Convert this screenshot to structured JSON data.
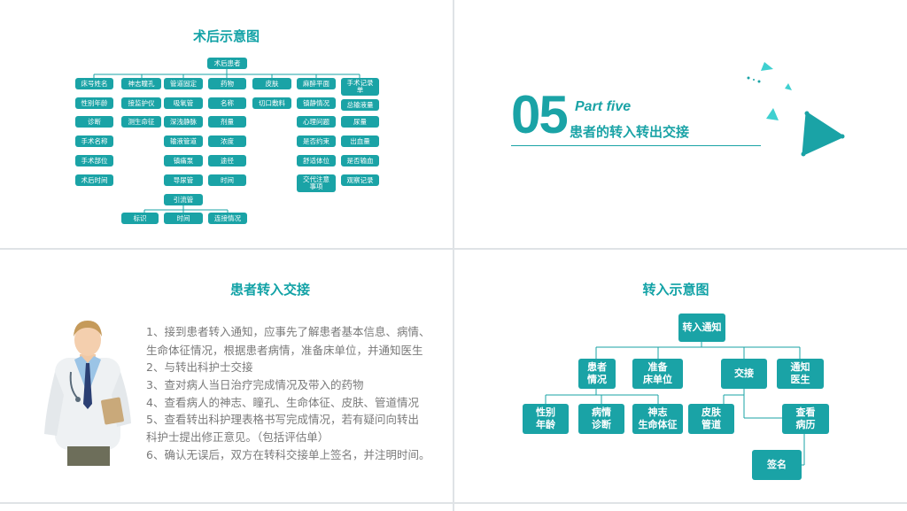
{
  "slide1": {
    "title": "术后示意图",
    "root": "术后患者",
    "columns": [
      [
        "床号姓名",
        "性别年龄",
        "诊断",
        "手术名称",
        "手术部位",
        "术后时间"
      ],
      [
        "神志瞳孔",
        "接监护仪",
        "测生命征"
      ],
      [
        "管道固定",
        "吸氧管",
        "深浅静脉",
        "输液管道",
        "镇痛泵",
        "导尿管",
        "引流管"
      ],
      [
        "药物",
        "名称",
        "剂量",
        "浓度",
        "途径",
        "时间"
      ],
      [
        "皮肤",
        "切口敷料"
      ],
      [
        "麻醉平面",
        "镇静情况",
        "心理问题",
        "是否约束",
        "舒适体位",
        "交代注意事项"
      ],
      [
        "手术记录单",
        "总输液量",
        "尿量",
        "出血量",
        "是否输血",
        "观察记录"
      ]
    ],
    "sub": [
      "标识",
      "时间",
      "连接情况"
    ]
  },
  "slide2": {
    "number": "05",
    "part": "Part five",
    "subtitle": "患者的转入转出交接"
  },
  "slide3": {
    "title": "患者转入交接",
    "lines": [
      "1、接到患者转入通知，应事先了解患者基本信息、病情、",
      "生命体征情况，根据患者病情，准备床单位，并通知医生",
      "2、与转出科护士交接",
      "3、查对病人当日治疗完成情况及带入的药物",
      "4、查看病人的神志、瞳孔、生命体征、皮肤、管道情况",
      "5、查看转出科护理表格书写完成情况，若有疑问向转出",
      "科护士提出修正意见。（包括评估单）",
      "6、确认无误后，双方在转科交接单上签名，并注明时间。"
    ]
  },
  "slide4": {
    "title": "转入示意图",
    "root": "转入通知",
    "patient": "患者\n情况",
    "bed": "准备\n床单位",
    "handover": "交接",
    "notify": "通知\n医生",
    "gender": "性别\n年龄",
    "condition": "病情\n诊断",
    "vitals": "神志\n生命体征",
    "skin": "皮肤\n管道",
    "records": "查看\n病历",
    "sign": "签名"
  },
  "colors": {
    "accent": "#1aa3a6",
    "title": "#12a2a6",
    "text": "#7a7a7a"
  }
}
